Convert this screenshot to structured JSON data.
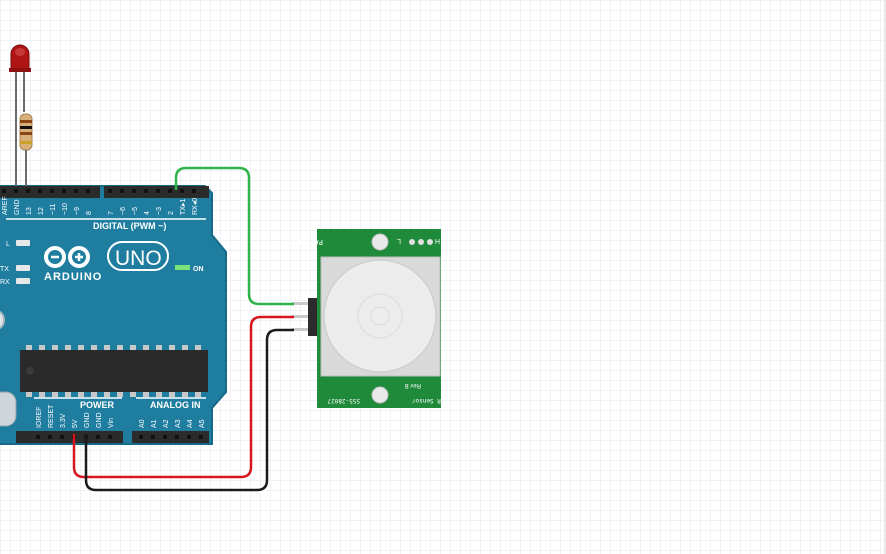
{
  "board": {
    "brand": "ARDUINO",
    "model": "UNO",
    "digital_header_label": "DIGITAL (PWM ~)",
    "power_header_label": "POWER",
    "analog_header_label": "ANALOG IN",
    "led_labels": {
      "l": "L",
      "tx": "TX",
      "rx": "RX",
      "on": "ON"
    },
    "digital_pins_left": [
      "AREF",
      "GND",
      "13",
      "12",
      "~11",
      "~10",
      "~9",
      "8"
    ],
    "digital_pins_right": [
      "7",
      "~6",
      "~5",
      "4",
      "~3",
      "2",
      "TX▸1",
      "RX◂0"
    ],
    "power_pins": [
      "IOREF",
      "RESET",
      "3.3V",
      "5V",
      "GND",
      "GND",
      "Vin"
    ],
    "analog_pins": [
      "A0",
      "A1",
      "A2",
      "A3",
      "A4",
      "A5"
    ]
  },
  "sensor": {
    "brand": "PARALLAX",
    "name": "PIR Sensor",
    "revision": "Rev B",
    "part_number": "555-28027",
    "jumper_label_l": "L",
    "jumper_label_h": "H"
  },
  "colors": {
    "board": "#1f7ea0",
    "board_edge": "#166a88",
    "sensor_pcb": "#1e8a3a",
    "signal_wire": "#2fb34a",
    "power_wire": "#d8161e",
    "ground_wire": "#1a1a1a",
    "led": "#b01515"
  }
}
